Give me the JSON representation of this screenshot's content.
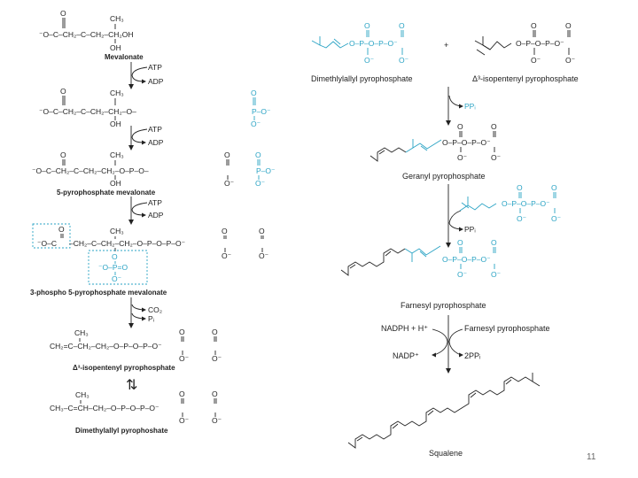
{
  "left_pathway": {
    "mevalonate": {
      "formula": "⁻O–C–CH₂–C–CH₂–CH₂OH",
      "o_top": "O",
      "ch3": "CH₃",
      "oh": "OH",
      "name": "Mevalonate"
    },
    "step1": {
      "in": "ATP",
      "out": "ADP"
    },
    "phosphomevalonate": {
      "formula_black": "⁻O–C–CH₂–C–CH₂–CH₂–O–",
      "formula_cyan": "P–O⁻",
      "o_top": "O",
      "ch3": "CH₃",
      "oh": "OH",
      "p_o_top": "O",
      "p_o_bottom": "O⁻"
    },
    "step2": {
      "in": "ATP",
      "out": "ADP"
    },
    "pyrophosphomevalonate": {
      "formula_black": "⁻O–C–CH₂–C–CH₂–CH₂–O–P–O–",
      "formula_cyan": "P–O⁻",
      "o_top": "O",
      "ch3": "CH₃",
      "oh": "OH",
      "p1_o_top": "O",
      "p1_o_bottom": "O⁻",
      "p2_o_top": "O",
      "p2_o_bottom": "O⁻",
      "name": "5-pyrophosphate mevalonate"
    },
    "step3": {
      "in": "ATP",
      "out": "ADP"
    },
    "phospho_pyrophospho": {
      "carboxyl": "⁻O–C",
      "formula_black": "–CH₂–C–CH₂–CH₂–O–P–O–P–O⁻",
      "o_top": "O",
      "ch3": "CH₃",
      "p1_o_top": "O",
      "p1_o_bottom": "O⁻",
      "p2_o_top": "O",
      "p2_o_bottom": "O⁻",
      "phosphate": "⁻O–P=O",
      "phosphate_o_top": "O",
      "phosphate_o_bottom": "O⁻",
      "name": "3-phospho 5-pyrophosphate mevalonate"
    },
    "step4": {
      "out1": "CO₂",
      "out2": "Pᵢ"
    },
    "ipp": {
      "formula": "CH₂=C–CH₂–CH₂–O–P–O–P–O⁻",
      "ch3": "CH₃",
      "p1_o_top": "O",
      "p1_o_bottom": "O⁻",
      "p2_o_top": "O",
      "p2_o_bottom": "O⁻",
      "name": "Δ³-isopentenyl pyrophosphate"
    },
    "equilibrium_glyph": "⇅",
    "dmapp": {
      "formula": "CH₃–C=CH–CH₂–O–P–O–P–O⁻",
      "ch3": "CH₃",
      "p1_o_top": "O",
      "p1_o_bottom": "O⁻",
      "p2_o_top": "O",
      "p2_o_bottom": "O⁻",
      "name": "Dimethylallyl pyrophoshate"
    }
  },
  "right_pathway": {
    "dmapp": {
      "phosphate": "O–P–O–P–O⁻",
      "o_top1": "O",
      "o_top2": "O",
      "o_bot1": "O⁻",
      "o_bot2": "O⁻",
      "name": "Dimethlylallyl pyrophosphate"
    },
    "plus": "+",
    "ipp": {
      "phosphate": "O–P–O–P–O⁻",
      "o_top1": "O",
      "o_top2": "O",
      "o_bot1": "O⁻",
      "o_bot2": "O⁻",
      "name": "Δ³-isopentenyl pyrophosphate"
    },
    "step1": {
      "out": "PPᵢ"
    },
    "geranyl": {
      "phosphate": "O–P–O–P–O⁻",
      "o_top1": "O",
      "o_top2": "O",
      "o_bot1": "O⁻",
      "o_bot2": "O⁻",
      "name": "Geranyl pyrophosphate"
    },
    "ipp_added": {
      "phosphate": "O–P–O–P–O⁻",
      "o_top1": "O",
      "o_top2": "O",
      "o_bot1": "O⁻",
      "o_bot2": "O⁻"
    },
    "step2": {
      "out": "PPᵢ"
    },
    "farnesyl": {
      "phosphate": "O–P–O–P–O⁻",
      "o_top1": "O",
      "o_top2": "O",
      "o_bot1": "O⁻",
      "o_bot2": "O⁻",
      "name": "Farnesyl pyrophosphate"
    },
    "step3": {
      "cofactor_in": "NADPH + H⁺",
      "cofactor_out": "NADP⁺",
      "substrate_in": "Farnesyl pyrophosphate",
      "product_out": "2PPᵢ"
    },
    "squalene": {
      "name": "Squalene"
    }
  },
  "page_number": "11",
  "colors": {
    "accent": "#2aa3c4",
    "ink": "#222222"
  }
}
